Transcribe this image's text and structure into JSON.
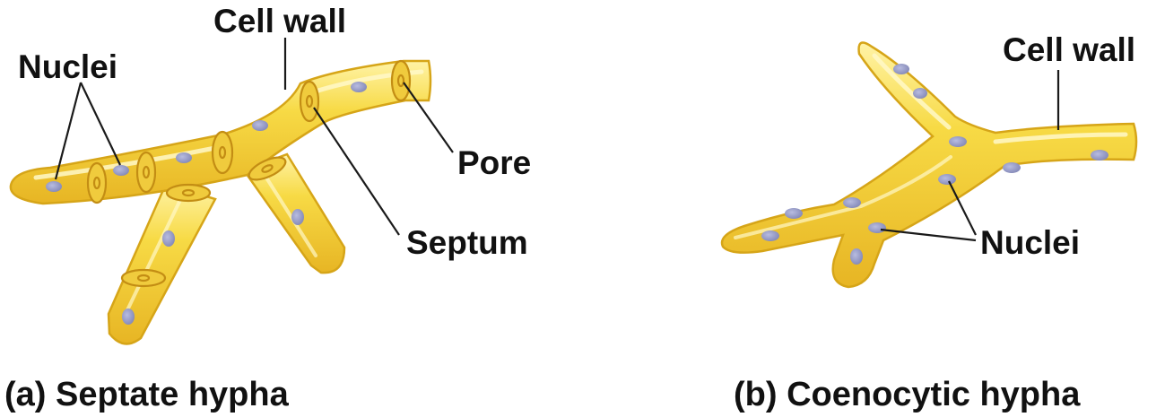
{
  "panels": [
    {
      "caption": "(a) Septate hypha",
      "labels": {
        "nuclei": "Nuclei",
        "cell_wall": "Cell wall",
        "pore": "Pore",
        "septum": "Septum"
      }
    },
    {
      "caption": "(b) Coenocytic hypha",
      "labels": {
        "cell_wall": "Cell wall",
        "nuclei": "Nuclei"
      }
    }
  ],
  "colors": {
    "hypha_fill": "#f4d43a",
    "hypha_edge": "#d9a91a",
    "hypha_highlight": "#fff6b8",
    "nucleus": "#9a9fc8",
    "septum_ring": "#c99318",
    "text": "#111111"
  }
}
